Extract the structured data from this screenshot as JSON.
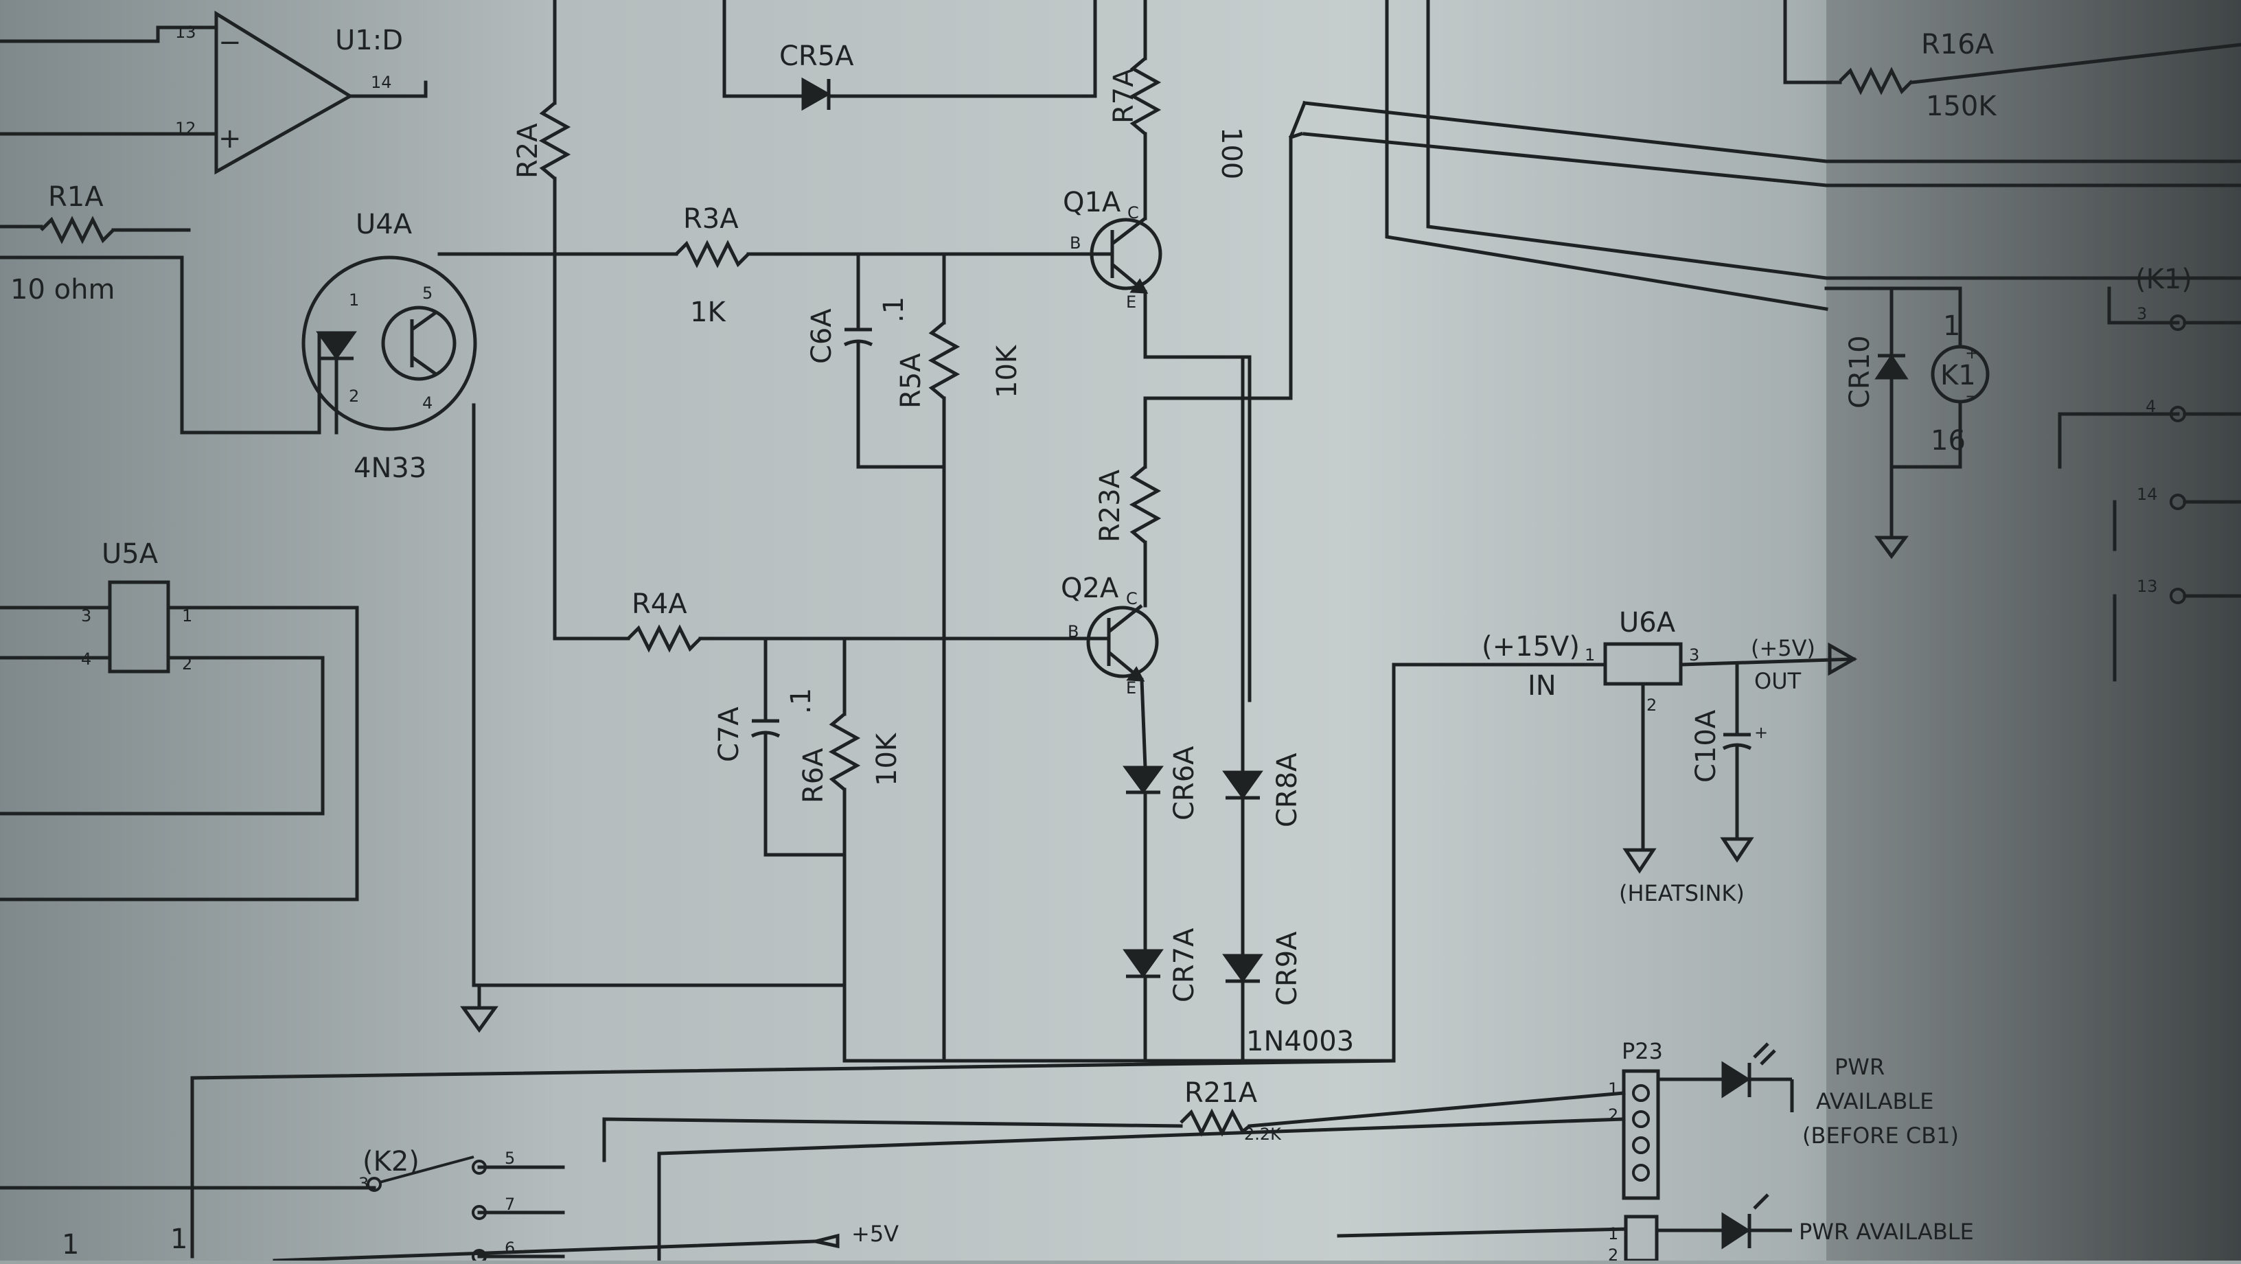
{
  "page": {
    "background_gradient": [
      "#7f898b",
      "#b4bcbd",
      "#c6cdcd",
      "#a7b0b1",
      "#4e5455"
    ],
    "ink": "#1e2223"
  },
  "opamp": {
    "ref": "U1:D",
    "pin_minus": "13",
    "pin_plus": "12",
    "pin_out": "14",
    "minus_sign": "−",
    "plus_sign": "+"
  },
  "r1": {
    "ref": "R1A",
    "value": "10 ohm"
  },
  "r2": {
    "ref": "R2A"
  },
  "optocoupler": {
    "ref": "U4A",
    "part": "4N33",
    "pins": [
      "1",
      "2",
      "4",
      "5"
    ]
  },
  "r3": {
    "ref": "R3A",
    "value": "1K"
  },
  "c6": {
    "ref": "C6A",
    "value": ".1"
  },
  "r5": {
    "ref": "R5A",
    "value": "10K"
  },
  "cr5": {
    "ref": "CR5A"
  },
  "r7": {
    "ref": "R7A",
    "value": "100"
  },
  "q1": {
    "ref": "Q1A",
    "b": "B",
    "c": "C",
    "e": "E"
  },
  "r23": {
    "ref": "R23A"
  },
  "q2": {
    "ref": "Q2A",
    "b": "B",
    "c": "C",
    "e": "E"
  },
  "r4": {
    "ref": "R4A"
  },
  "c7": {
    "ref": "C7A",
    "value": ".1"
  },
  "r6": {
    "ref": "R6A",
    "value": "10K"
  },
  "u5": {
    "ref": "U5A",
    "pins": [
      "3",
      "1",
      "4",
      "2"
    ]
  },
  "diodes": {
    "cr6": "CR6A",
    "cr7": "CR7A",
    "cr8": "CR8A",
    "cr9": "CR9A",
    "part": "1N4003"
  },
  "regulator": {
    "ref": "U6A",
    "in_label": "(+15V)",
    "in_sub": "IN",
    "out_label": "(+5V)",
    "out_sub": "OUT",
    "pin_in": "1",
    "pin_out": "3",
    "pin_gnd": "2",
    "heatsink": "(HEATSINK)",
    "cap": "C10A",
    "cap_plus": "+"
  },
  "r16": {
    "ref": "R16A",
    "value": "150K"
  },
  "relay": {
    "ref": "(K1)",
    "coil": "K1",
    "diode": "CR10",
    "pin_a": "1",
    "pin_b": "16",
    "contacts": [
      "3",
      "4",
      "14",
      "13"
    ],
    "coil_plus": "+",
    "coil_minus": "−"
  },
  "r21": {
    "ref": "R21A",
    "value": "2.2K"
  },
  "connector": {
    "ref": "P23",
    "pins": [
      "1",
      "2"
    ],
    "pins2": [
      "1",
      "2"
    ]
  },
  "leds": {
    "pwr1": [
      "PWR",
      "AVAILABLE",
      "(BEFORE CB1)"
    ],
    "pwr2": "PWR  AVAILABLE"
  },
  "k2": {
    "ref": "(K2)",
    "pins": [
      "3",
      "5",
      "7",
      "6"
    ]
  },
  "bottom": {
    "rail": "+5V",
    "pin_left": "1",
    "pin_left2": "1"
  }
}
